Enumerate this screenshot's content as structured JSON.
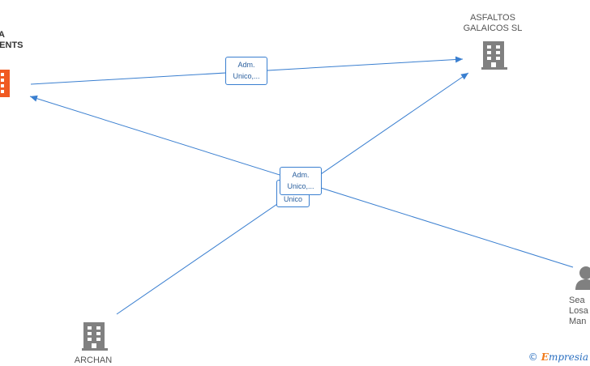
{
  "nodes": {
    "main_company": {
      "name": "RA\nMENTS\n–"
    },
    "asfaltos": {
      "name": "ASFALTOS\nGALAICOS  SL"
    },
    "archan": {
      "name": "ARCHAN"
    },
    "person": {
      "name": "Sea\nLosa\nMan"
    }
  },
  "edges": {
    "top": {
      "label": "Adm.\nUnico,..."
    },
    "center": {
      "label": "Adm.\nUnico,..."
    },
    "center_back": {
      "label": "Unico"
    }
  },
  "colors": {
    "edge": "#3a7fd0",
    "main_icon": "#f05a22",
    "icon": "#808080"
  },
  "watermark": {
    "copyright": "©",
    "brand_first": "E",
    "brand_rest": "mpresia"
  }
}
